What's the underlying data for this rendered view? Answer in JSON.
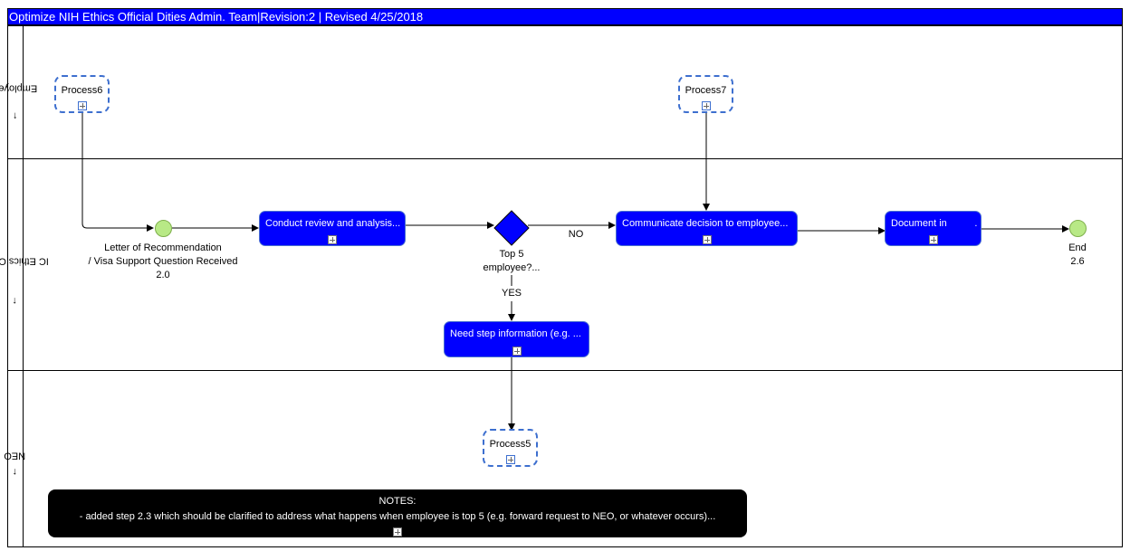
{
  "title": "Optimize NIH Ethics Official Dities Admin. Team|Revision:2 | Revised 4/25/2018",
  "lanes": [
    {
      "label": "Employee",
      "arrow": "↑"
    },
    {
      "label": "IC Ethics Office",
      "arrow": "↑"
    },
    {
      "label": "NEO",
      "arrow": "↑"
    }
  ],
  "subprocesses": {
    "process6": "Process6",
    "process7": "Process7",
    "process5": "Process5"
  },
  "tasks": {
    "conduct_review": "Conduct review and analysis...",
    "communicate_decision": "Communicate decision to employee...",
    "document_in": "Document in          ..",
    "need_step_info": "Need step information (e.g. ..."
  },
  "start_event": {
    "line1": "Letter of Recommendation",
    "line2": "/ Visa Support  Question Received",
    "line3": "2.0"
  },
  "gateway": {
    "line1": "Top 5",
    "line2": "employee?...",
    "no_label": "NO",
    "yes_label": "YES"
  },
  "end_event": {
    "line1": "End",
    "line2": "2.6"
  },
  "notes": {
    "heading": "NOTES:",
    "text": "- added step 2.3 which should be clarified to address what happens when employee is top 5 (e.g. forward request to NEO, or whatever occurs)..."
  },
  "colors": {
    "task_fill": "#0000ff",
    "title_bar": "#0000ff",
    "event_fill": "#b8e986",
    "subprocess_border": "#3d6fcf",
    "notes_fill": "#000000"
  }
}
